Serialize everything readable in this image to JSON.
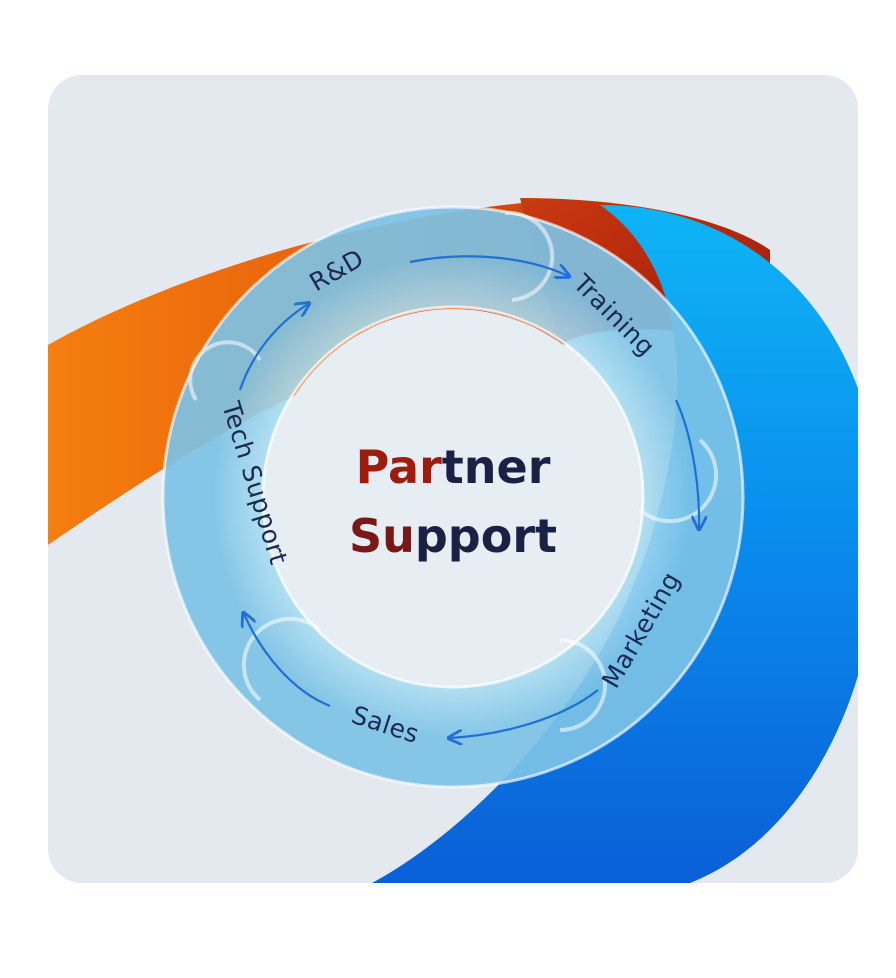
{
  "title": {
    "line1": {
      "accent": "Par",
      "rest": "tner"
    },
    "line2": {
      "accent": "Su",
      "rest": "pport"
    }
  },
  "cycle": [
    {
      "label": "R&D"
    },
    {
      "label": "Training"
    },
    {
      "label": "Marketing"
    },
    {
      "label": "Sales"
    },
    {
      "label": "Tech Support"
    }
  ],
  "colors": {
    "panel": "#e3e9ef",
    "title_accent": "#9e1b0e",
    "title_dark": "#1a2144",
    "label": "#1b2a52",
    "arrow": "#1f6fd6",
    "ribbon_orange": "#f07a10",
    "ribbon_red": "#b3200f",
    "ribbon_blue": "#0a79e8",
    "ring_glass": "#9fd3ec"
  }
}
